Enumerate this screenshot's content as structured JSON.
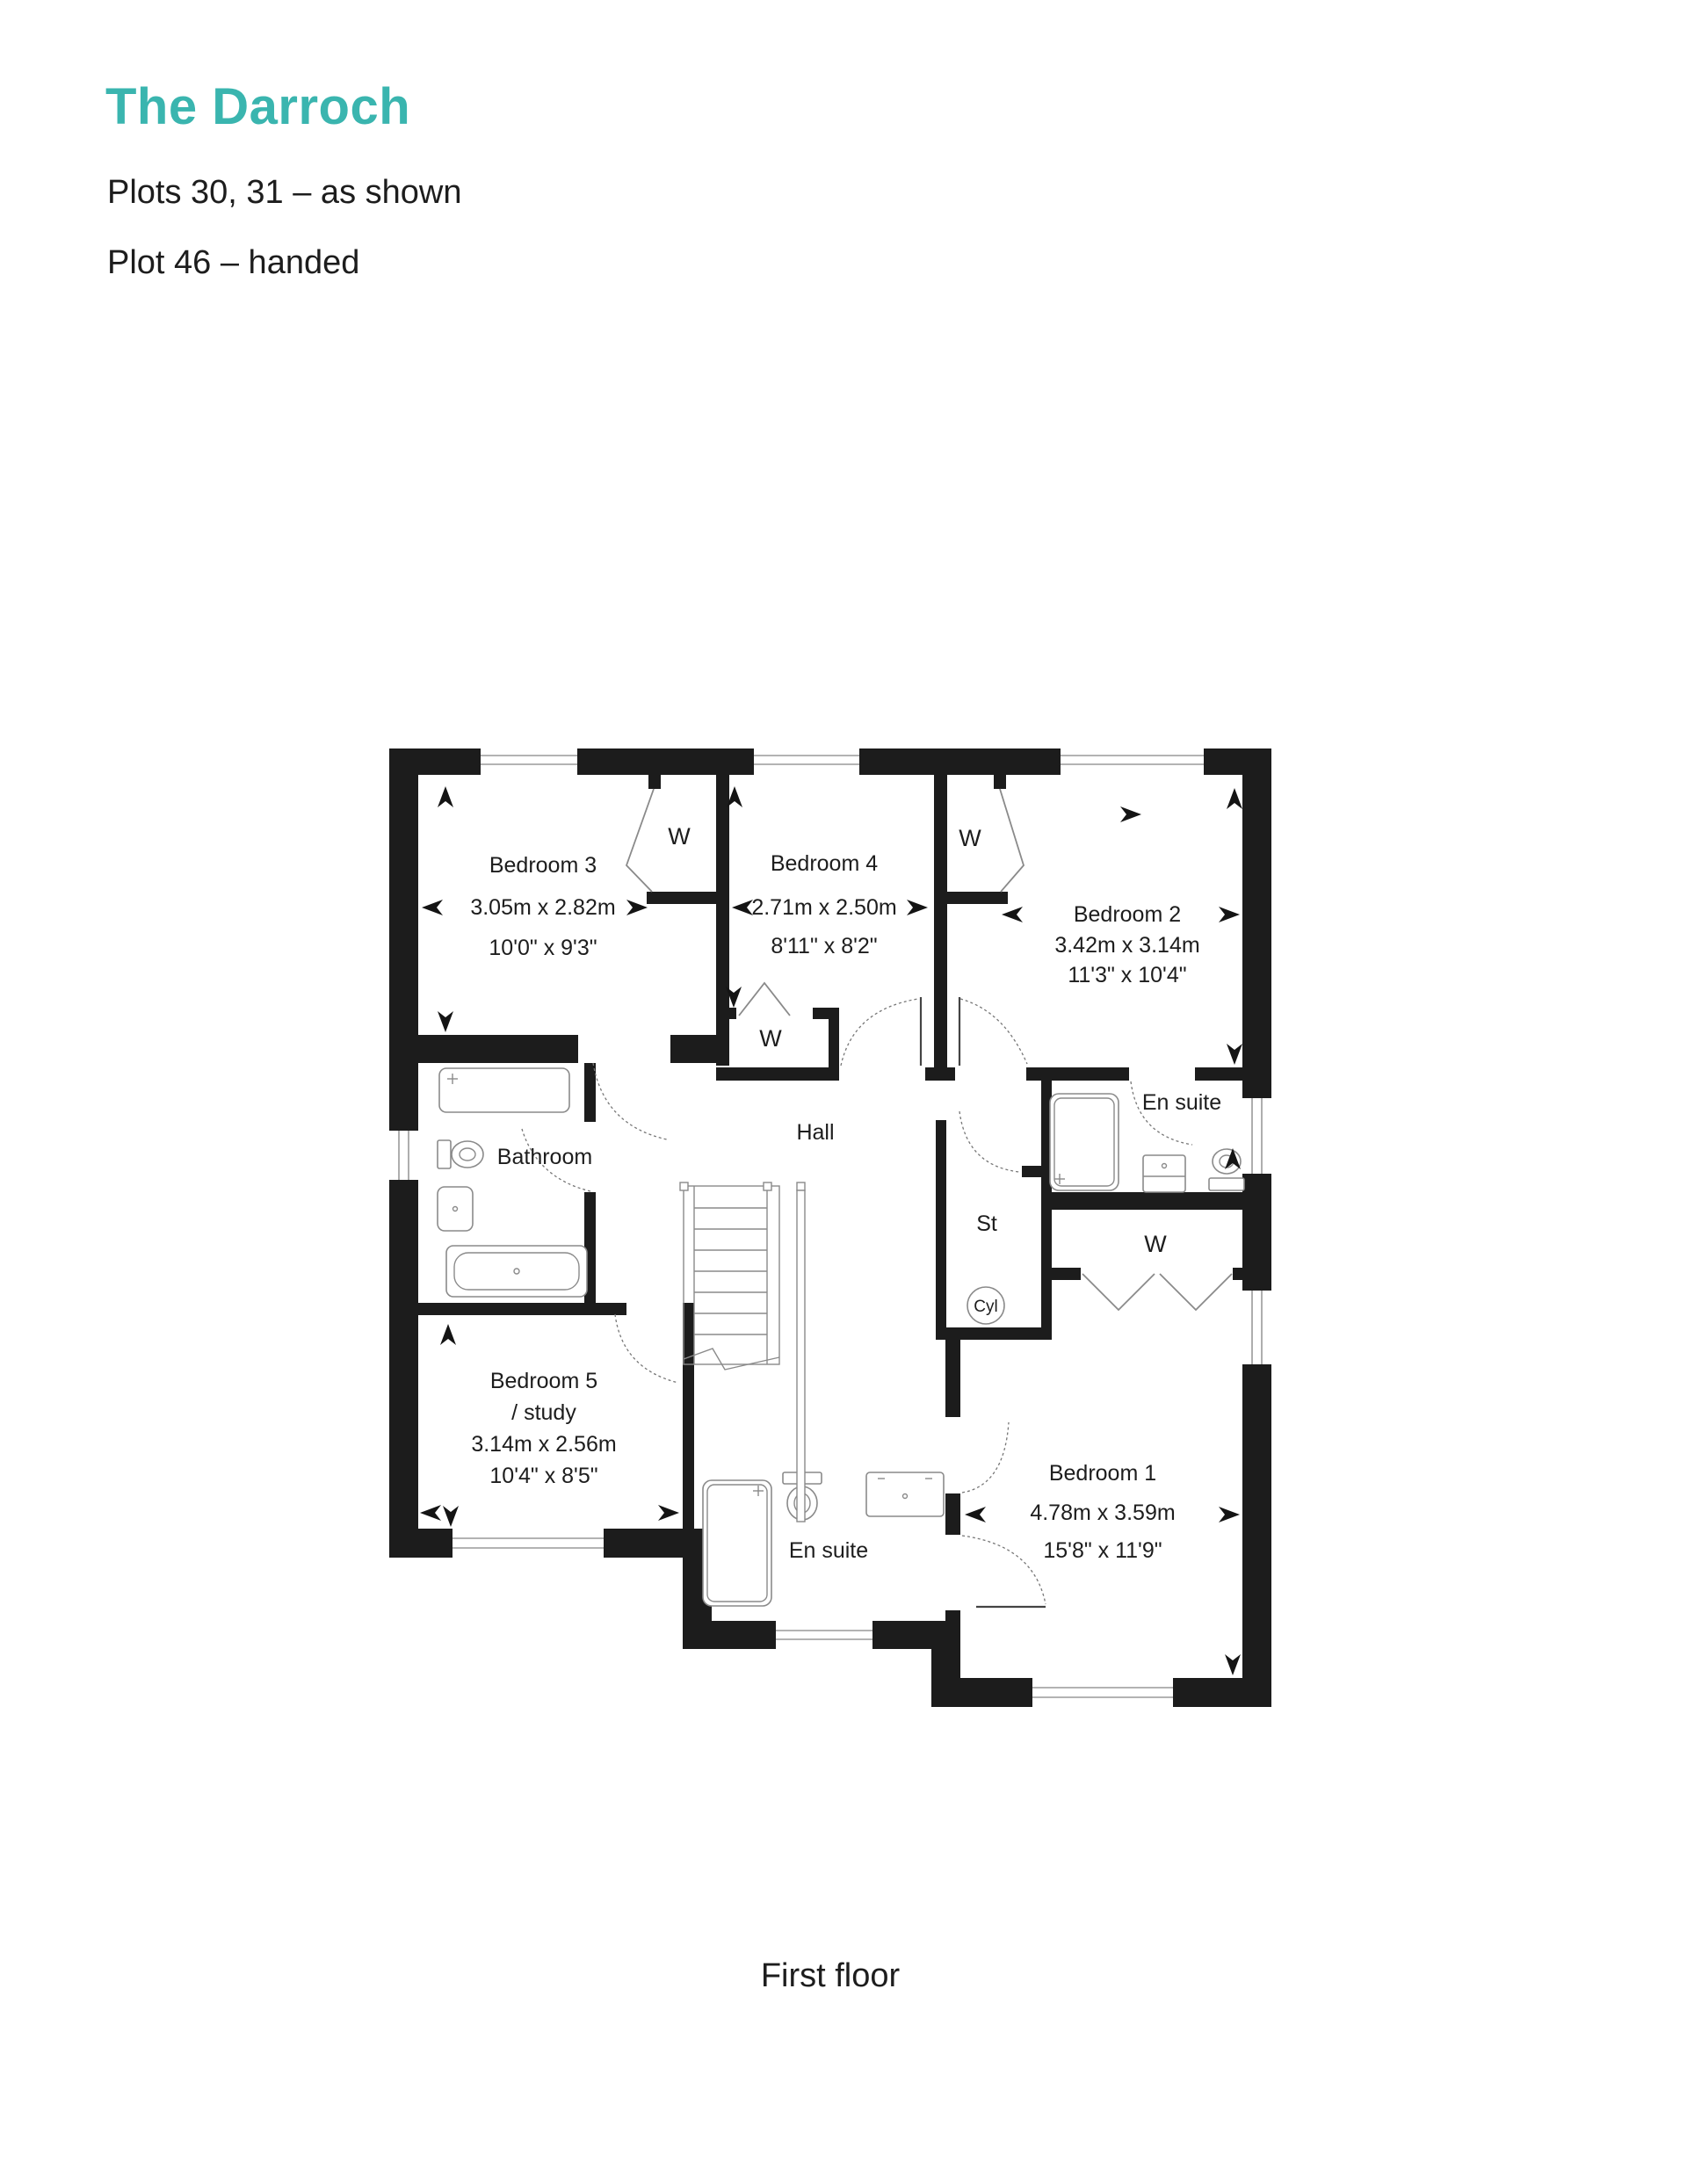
{
  "header": {
    "title": "The Darroch",
    "plots_line": "Plots 30, 31 – as shown",
    "handed_line": "Plot 46 – handed"
  },
  "caption": "First floor",
  "colors": {
    "accent": "#3AB5AF",
    "wall": "#1C1C1C"
  },
  "floorplan": {
    "floor_name": "First floor",
    "rooms": {
      "bedroom3": {
        "name": "Bedroom 3",
        "metric": "3.05m x 2.82m",
        "imperial": "10'0\" x 9'3\""
      },
      "bedroom4": {
        "name": "Bedroom 4",
        "metric": "2.71m x 2.50m",
        "imperial": "8'11\" x 8'2\""
      },
      "bedroom2": {
        "name": "Bedroom 2",
        "metric": "3.42m x 3.14m",
        "imperial": "11'3\" x 10'4\""
      },
      "bedroom5": {
        "name": "Bedroom 5",
        "name2": "/ study",
        "metric": "3.14m x 2.56m",
        "imperial": "10'4\" x 8'5\""
      },
      "bedroom1": {
        "name": "Bedroom 1",
        "metric": "4.78m x 3.59m",
        "imperial": "15'8\" x 11'9\""
      }
    },
    "labels": {
      "hall": "Hall",
      "bathroom": "Bathroom",
      "ensuite": "En suite",
      "store": "St",
      "cylinder": "Cyl",
      "wardrobe": "W"
    }
  }
}
